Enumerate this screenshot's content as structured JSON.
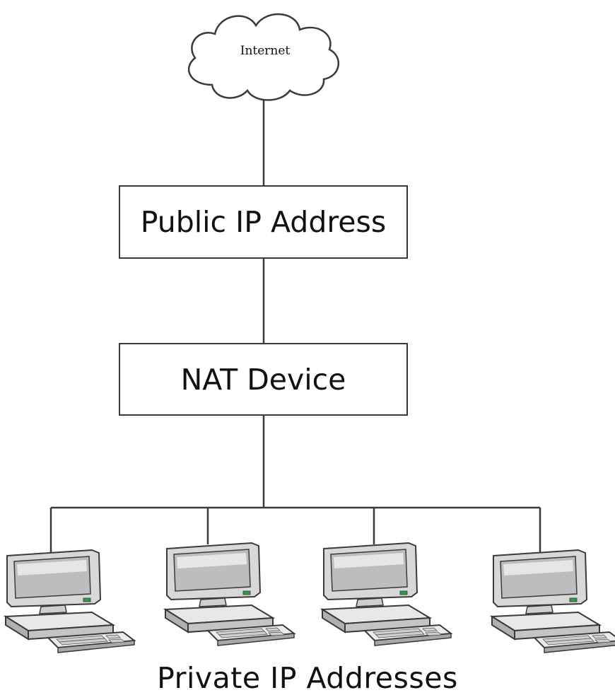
{
  "diagram": {
    "cloud": {
      "label": "Internet",
      "icon": "cloud-icon"
    },
    "public_ip": {
      "label": "Public IP Address"
    },
    "nat": {
      "label": "NAT Device"
    },
    "private": {
      "caption": "Private IP Addresses",
      "computer_count": 4,
      "computer_icon": "desktop-computer-icon"
    },
    "colors": {
      "line": "#3a3a3a",
      "monitor": "#d8d8d8",
      "screen": "#bdbdbd",
      "led": "#2e9a4e"
    }
  }
}
